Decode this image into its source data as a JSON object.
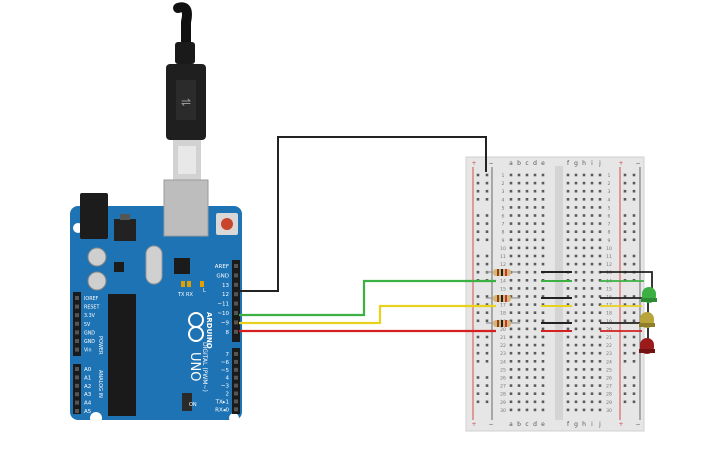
{
  "arduino": {
    "brand_vertical": "ARDUINO",
    "model": "UNO",
    "digital_label": "DIGITAL (PWM~)",
    "power_label": "POWER",
    "analog_label": "ANALOG IN",
    "led_l": "L",
    "tx_label": "TX",
    "rx_label": "RX",
    "on_label": "ON",
    "top_pins": [
      "AREF",
      "GND",
      "13",
      "12",
      "~11",
      "~10",
      "~9",
      "8"
    ],
    "bottom_pins": [
      "7",
      "~6",
      "~5",
      "4",
      "~3",
      "2",
      "TX▸1",
      "RX◂0"
    ],
    "power_pins": [
      "IOREF",
      "RESET",
      "3.3V",
      "5V",
      "GND",
      "GND",
      "Vin"
    ],
    "analog_pins": [
      "A0",
      "A1",
      "A2",
      "A3",
      "A4",
      "A5"
    ]
  },
  "breadboard": {
    "left_cols": [
      "a",
      "b",
      "c",
      "d",
      "e"
    ],
    "right_cols": [
      "f",
      "g",
      "h",
      "i",
      "j"
    ],
    "rail_plus": "+",
    "rail_minus": "−",
    "row_count": 30
  },
  "components": {
    "leds": [
      "green",
      "yellow",
      "red"
    ],
    "led_colors": [
      "#3cb043",
      "#b8a43a",
      "#9b1b1b"
    ],
    "wire_colors": {
      "ground": "#222222",
      "green": "#3cb043",
      "yellow": "#e8d21d",
      "red": "#d42020"
    }
  }
}
